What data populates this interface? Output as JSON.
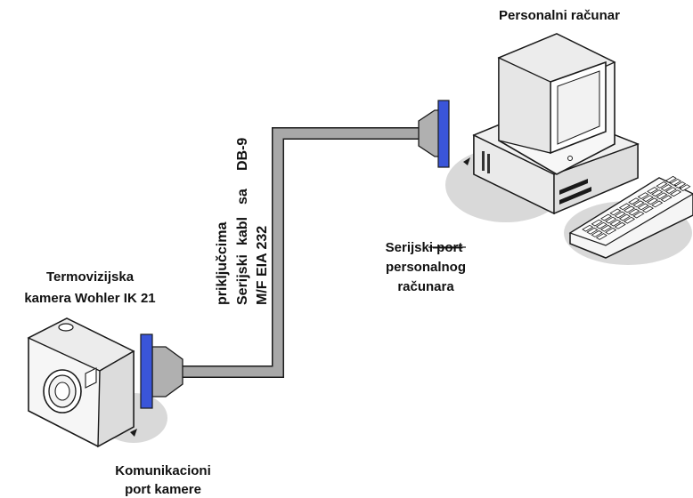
{
  "labels": {
    "pc_title": "Personalni računar",
    "camera_line1": "Termovizijska",
    "camera_line2": "kamera Wohler IK 21",
    "pc_port_part1": "Serijski",
    "pc_port_part2": " port",
    "pc_port_line2": "personalnog",
    "pc_port_line3": "računara",
    "camera_port_line1": "Komunikacioni",
    "camera_port_line2": "port kamere",
    "cable_line1_word1": "priključcima",
    "cable_line2_word1": "Serijski",
    "cable_line2_word2": "kabl",
    "cable_line2_word3": "sa",
    "cable_line2_word4": "DB-9",
    "cable_line3": "M/F EIA 232"
  },
  "colors": {
    "connector_blue": "#3a55d9",
    "cable_gray": "#a8a8a8",
    "shadow_gray": "#d9d9d9",
    "outline": "#1a1a1a"
  },
  "icons": {
    "camera": "digital-camera-icon",
    "computer": "desktop-computer-icon",
    "keyboard": "keyboard-icon"
  }
}
